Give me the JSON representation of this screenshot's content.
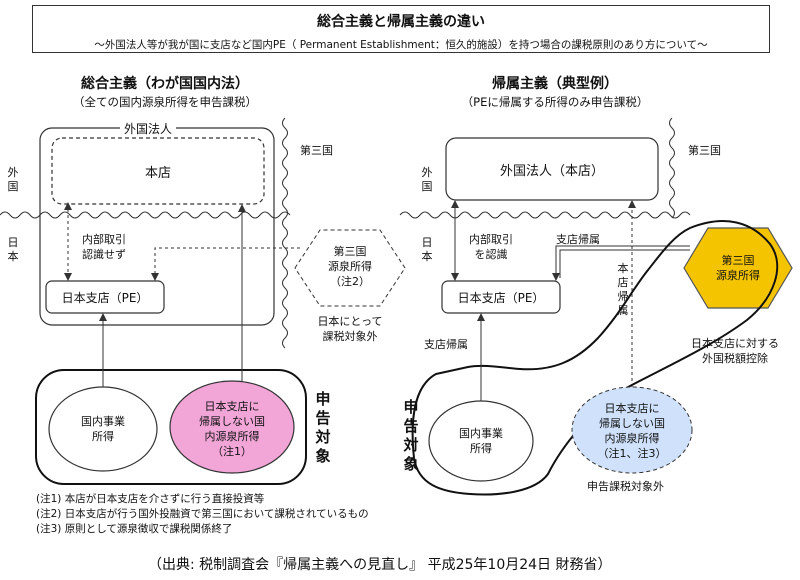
{
  "title": {
    "main": "総合主義と帰属主義の違い",
    "sub": "～外国法人等が我が国に支店など国内PE（ Permanent Establishment：恒久的施設）を持つ場合の課税原則のあり方について～"
  },
  "left": {
    "heading": "総合主義（わが国国内法）",
    "subheading": "（全ての国内源泉所得を申告課税）",
    "foreign_corp_label": "外国法人",
    "head_office": "本店",
    "internal_trans": [
      "内部取引",
      "認識せず"
    ],
    "branch": "日本支店（PE）",
    "third_country_income": [
      "第三国",
      "源泉所得",
      "（注2）"
    ],
    "not_taxed": [
      "日本にとって",
      "課税対象外"
    ],
    "domestic_business": [
      "国内事業",
      "所得"
    ],
    "non_attrib_income": [
      "日本支店に",
      "帰属しない国",
      "内源泉所得",
      "（注1）"
    ],
    "filing_target": "申告対象"
  },
  "right": {
    "heading": "帰属主義（典型例）",
    "subheading": "（PEに帰属する所得のみ申告課税）",
    "foreign_corp": "外国法人（本店）",
    "internal_trans": [
      "内部取引",
      "を認識"
    ],
    "branch_attrib_top": "支店帰属",
    "head_office_attrib": "本店帰属",
    "branch": "日本支店（PE）",
    "third_country_income": [
      "第三国",
      "源泉所得"
    ],
    "foreign_tax_credit": [
      "日本支店に対する",
      "外国税額控除"
    ],
    "branch_attrib_bottom": "支店帰属",
    "domestic_business": [
      "国内事業",
      "所得"
    ],
    "non_attrib_income": [
      "日本支店に",
      "帰属しない国",
      "内源泉所得",
      "（注1、注3）"
    ],
    "filing_target": "申告対象",
    "outside_filing": "申告課税対象外"
  },
  "regions": {
    "foreign": "外国",
    "japan": "日本",
    "third_country": "第三国"
  },
  "notes": [
    "(注1) 本店が日本支店を介さずに行う直接投資等",
    "(注2) 日本支店が行う国外投融資で第三国において課税されているもの",
    "(注3) 原則として源泉徴収で課税関係終了"
  ],
  "source": "（出典: 税制調査会『帰属主義への見直し』 平成25年10月24日 財務省）",
  "colors": {
    "pink": "#f2a6d8",
    "blue": "#cfe1fb",
    "gold": "#f5c400",
    "line": "#333333"
  }
}
